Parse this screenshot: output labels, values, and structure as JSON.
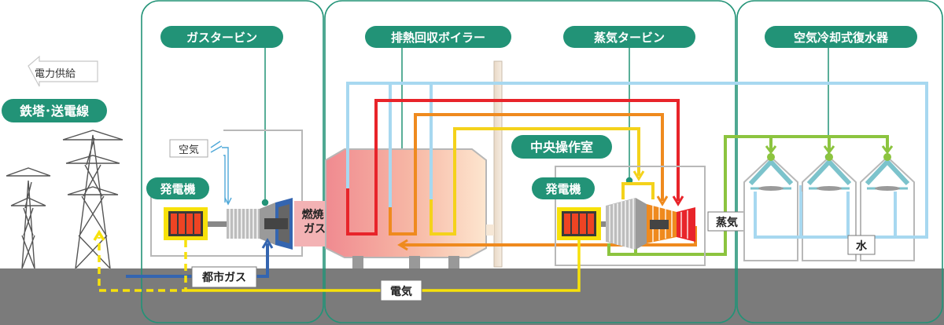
{
  "header": {
    "power_supply": "電力供給",
    "transmission": "鉄塔･送電線"
  },
  "sections": {
    "gas_turbine": "ガスタービン",
    "hrsg": "排熱回収ボイラー",
    "steam_turbine": "蒸気タービン",
    "condenser": "空気冷却式復水器"
  },
  "labels": {
    "air": "空気",
    "generator_1": "発電機",
    "generator_2": "発電機",
    "exhaust_gas": "燃焼\nガス",
    "city_gas": "都市ガス",
    "electricity": "電気",
    "control_room": "中央操作室",
    "steam": "蒸気",
    "water": "水"
  },
  "colors": {
    "frame": "#229377",
    "ground": "#7b7b7b",
    "electric": "#f7e10a",
    "gas_line": "#3465b0",
    "hot_steam": "#e8242a",
    "mid_steam": "#ef8a1e",
    "low_steam": "#f4d21b",
    "water_line": "#a7d8f0",
    "return_line": "#8cc43f"
  }
}
